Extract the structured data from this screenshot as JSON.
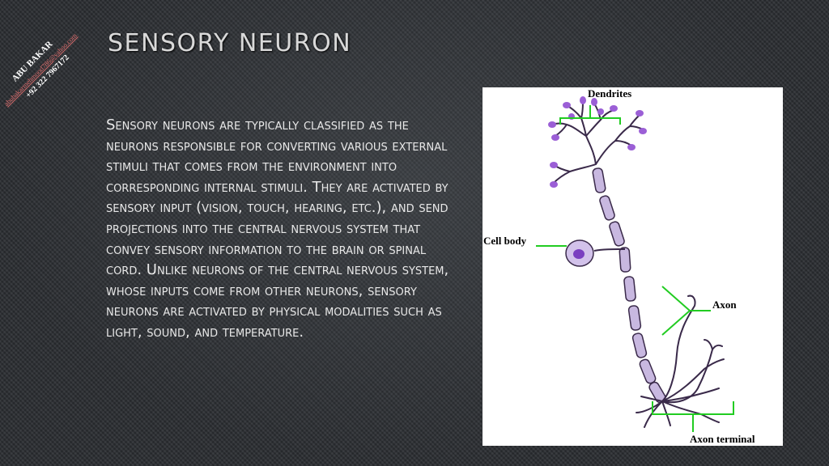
{
  "watermark": {
    "name": "ABU BAKAR",
    "email": "abubakarmehmood786@yahoo.com",
    "phone": "+92 322 7967172"
  },
  "slide": {
    "title": "Sensory neuron",
    "body": "Sensory neurons are typically classified as the neurons responsible for converting various external stimuli that comes from the environment into corresponding internal stimuli. They are activated by sensory input (vision, touch, hearing, etc.), and send projections into the central nervous system that convey sensory information to the brain or spinal cord. Unlike neurons of the central nervous system, whose inputs come from other neurons, sensory neurons are activated by physical modalities such as light, sound, and temperature."
  },
  "figure": {
    "labels": {
      "dendrites": "Dendrites",
      "cell_body": "Cell body",
      "axon": "Axon",
      "axon_terminal": "Axon terminal"
    },
    "colors": {
      "label_lines": "#22cc22",
      "neuron_outline": "#3a2a4a",
      "myelin_fill": "#c8b8e0",
      "dendrite_tips": "#9b5fd6",
      "nucleus": "#7a3fc0"
    }
  }
}
